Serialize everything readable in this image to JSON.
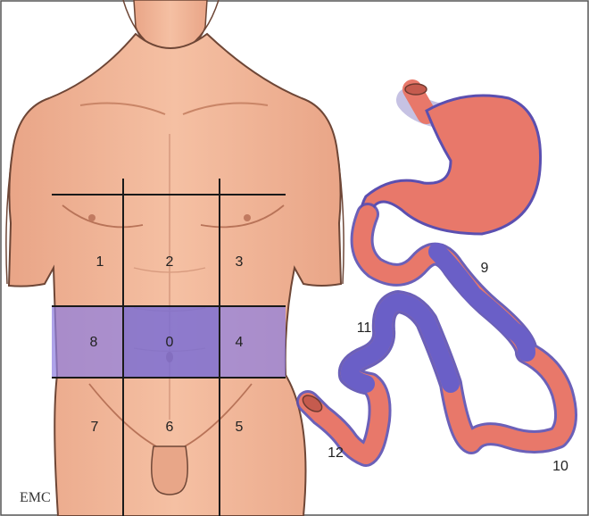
{
  "colors": {
    "skin": "#f3b899",
    "skin_shadow": "#dc9476",
    "skin_outline": "#6e4636",
    "band": "#8f7fe0",
    "grid": "#1a1a1a",
    "stomach": "#e8786a",
    "intestine_red": "#e8786a",
    "intestine_blue": "#6a5fc7",
    "frame": "#333333"
  },
  "regions": [
    {
      "id": "1",
      "label": "1"
    },
    {
      "id": "2",
      "label": "2"
    },
    {
      "id": "3",
      "label": "3"
    },
    {
      "id": "8",
      "label": "8"
    },
    {
      "id": "0",
      "label": "0"
    },
    {
      "id": "4",
      "label": "4"
    },
    {
      "id": "7",
      "label": "7"
    },
    {
      "id": "6",
      "label": "6"
    },
    {
      "id": "5",
      "label": "5"
    }
  ],
  "intestine_labels": [
    {
      "id": "9",
      "label": "9"
    },
    {
      "id": "11",
      "label": "11"
    },
    {
      "id": "12",
      "label": "12"
    },
    {
      "id": "10",
      "label": "10"
    }
  ],
  "logo": {
    "text": "EMC"
  }
}
